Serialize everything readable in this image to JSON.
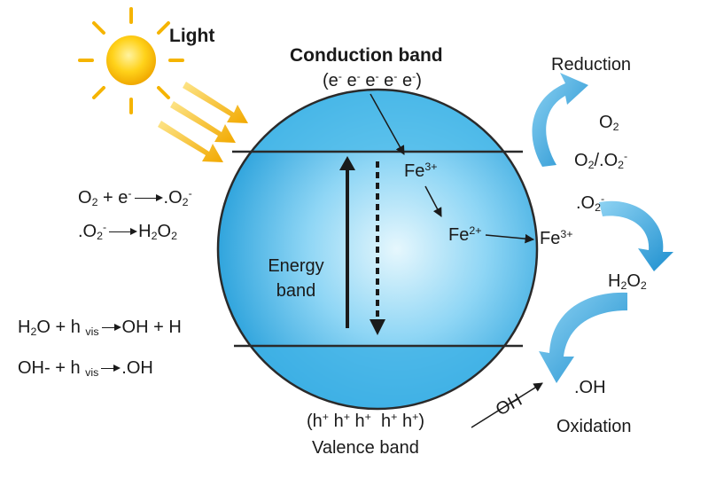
{
  "diagram": {
    "light": "Light",
    "conduction_band": {
      "title": "Conduction band",
      "electrons_open": "(e",
      "e_sup": "-",
      "e": "e",
      "electrons_close": ")"
    },
    "valence_band": {
      "holes_open": "(h",
      "h_sup": "+",
      "h": "h",
      "holes_close": ")",
      "title": "Valence band"
    },
    "energy_band": {
      "line1": "Energy",
      "line2": "band"
    },
    "iron": {
      "fe": "Fe",
      "fe3_charge": "3+",
      "fe2_charge": "2+"
    },
    "left_reactions": {
      "r1": {
        "o": "O",
        "sub2": "2",
        "plus_e": " + e",
        "minus": "-",
        "product": ".O"
      },
      "r2": {
        "reactant": ".O",
        "sub2": "2",
        "minus": "-",
        "product": "H",
        "product_mid": "O"
      },
      "r3": {
        "h": "H",
        "sub2": "2",
        "o": "O + h ",
        "vis": "vis",
        "product": "OH + H"
      },
      "r4": {
        "lhs": "OH- + h ",
        "vis": "vis",
        "product": ".OH"
      }
    },
    "right_side": {
      "reduction": "Reduction",
      "o2_o": "O",
      "o2_sub": "2",
      "o2_pair_a": "O",
      "o2_pair_slash": "/.O",
      "superoxide": ".O",
      "superoxide_sub": "2",
      "superoxide_sup": "-",
      "h2o2_h": "H",
      "h2o2_sub": "2",
      "h2o2_o": "O",
      "hydroxyl": ".OH",
      "oh_label": "OH",
      "oxidation": "Oxidation"
    }
  },
  "colors": {
    "sphere_light": "#e6f7fd",
    "sphere_mid": "#5cc3ef",
    "sphere_dark": "#1c9ad8",
    "band_fill": "#3fb2e6",
    "outline": "#2a2a2a",
    "sun_core": "#ffd21a",
    "sun_ray": "#f5b400",
    "flow_arrow": "#3aa6dc"
  },
  "icons": [
    "sun-icon",
    "light-rays-icon",
    "reduction-arrow-icon",
    "oxidation-arrow-icon"
  ]
}
